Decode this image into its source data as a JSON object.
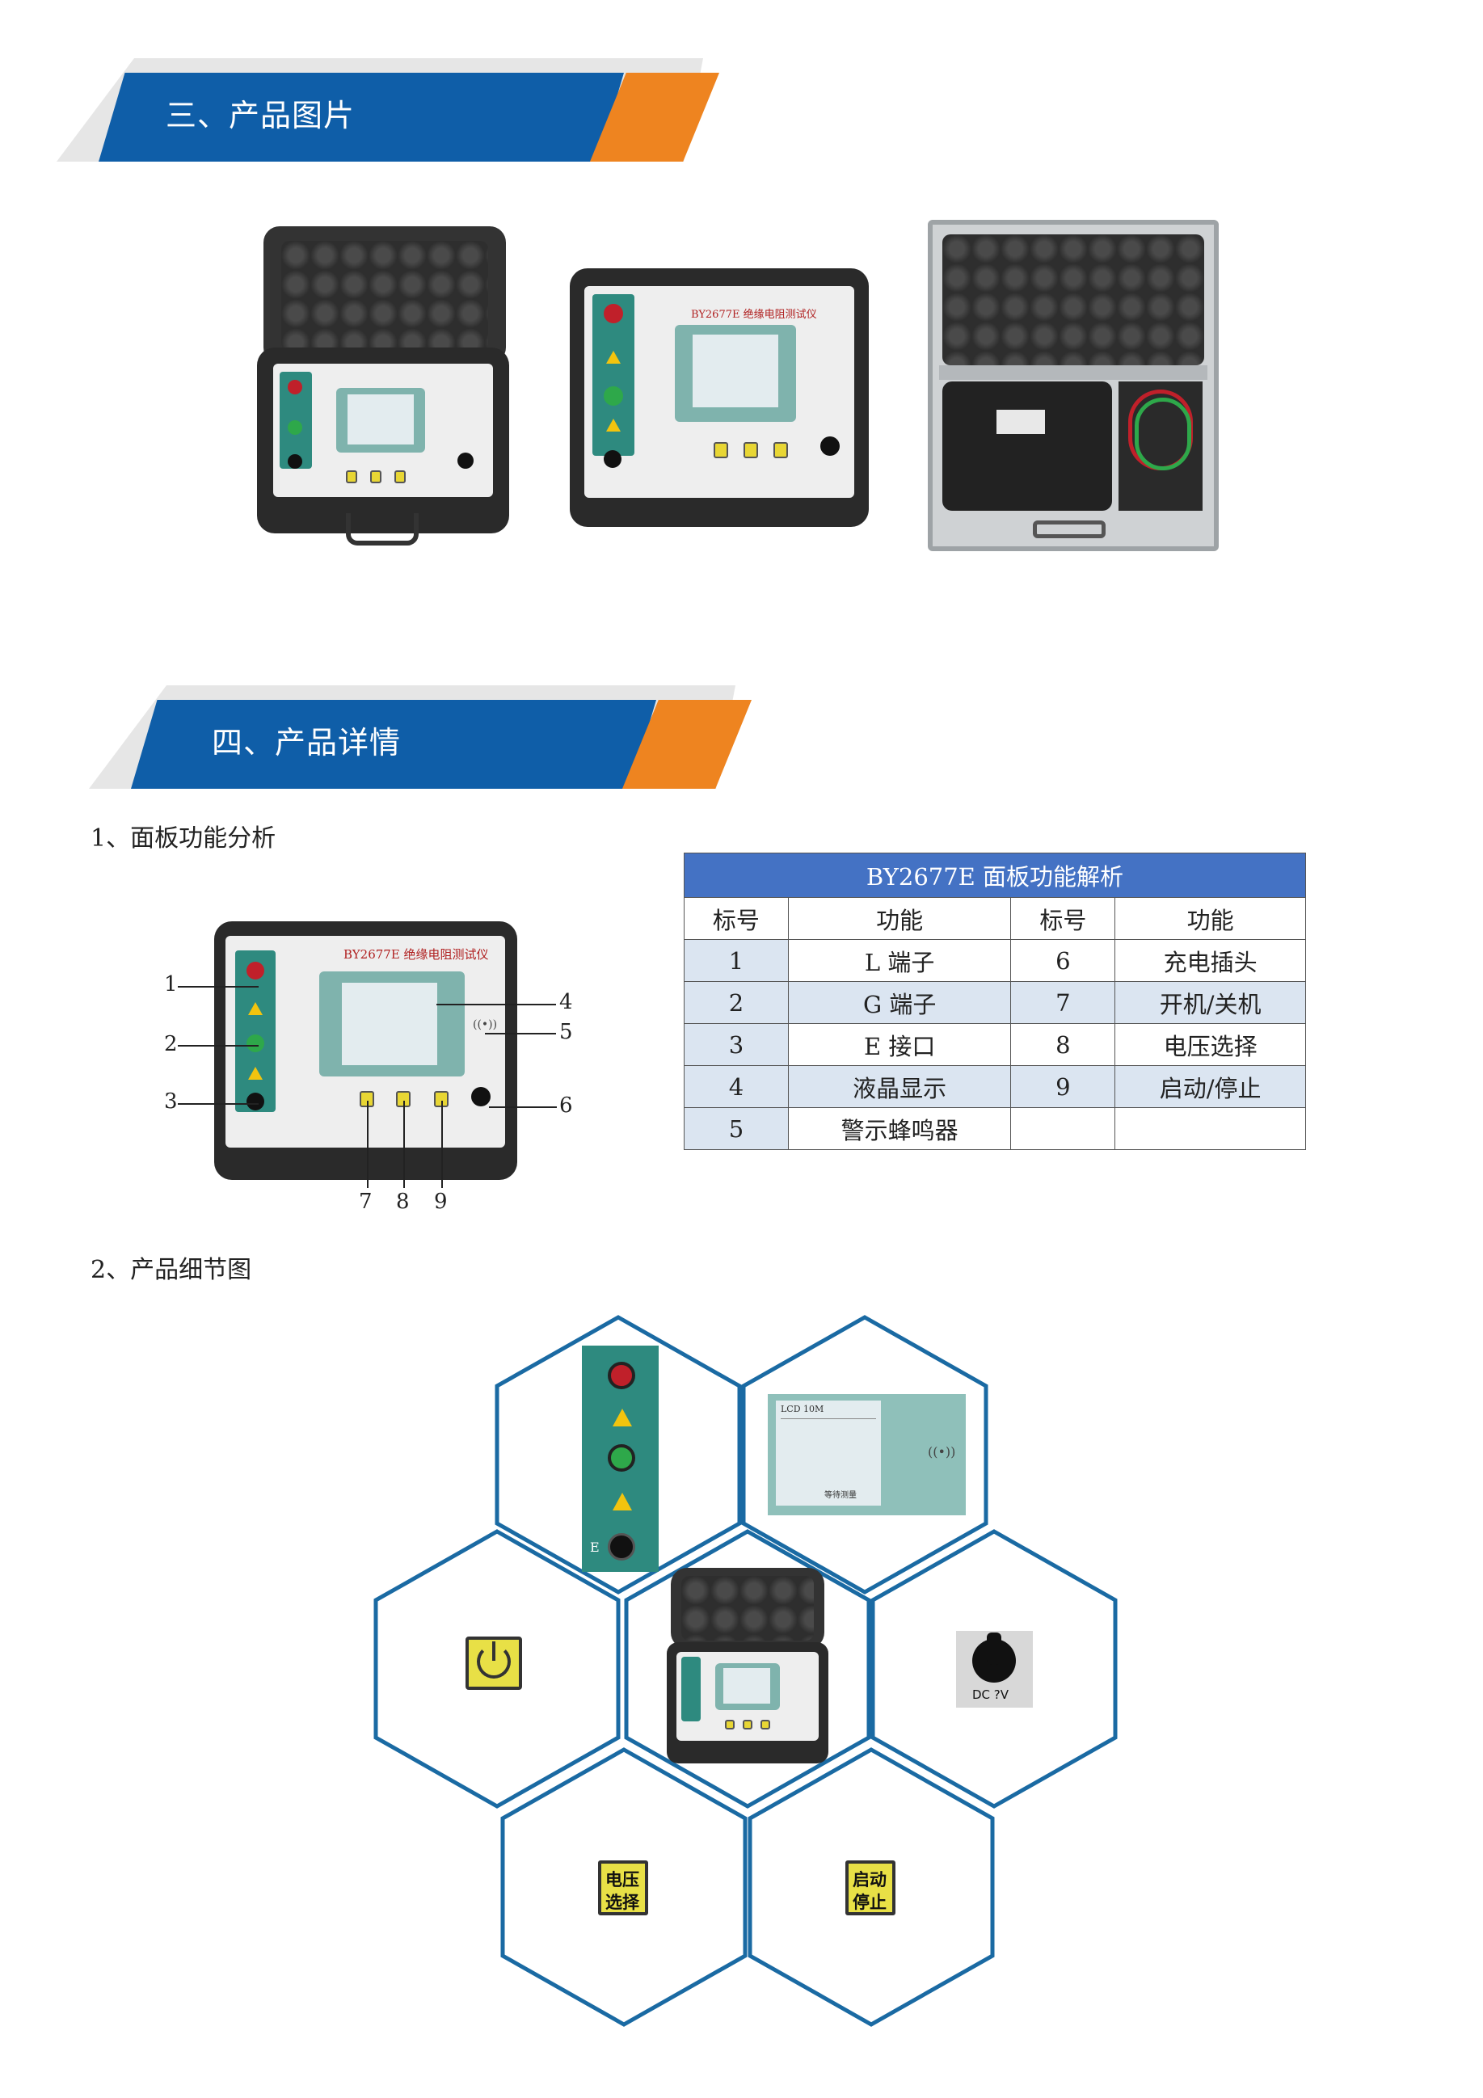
{
  "sections": {
    "s3_title": "三、产品图片",
    "s4_title": "四、产品详情"
  },
  "subheadings": {
    "panel": "1、面板功能分析",
    "detail": "2、产品细节图"
  },
  "device": {
    "model_label": "BY2677E 绝缘电阻测试仪",
    "lcd_line1": "LCD 10M",
    "lcd_line2": "等待测量",
    "terminal_e": "E",
    "dc_label": "DC ?V",
    "btn_voltage": "电压选择",
    "btn_start": "启动停止",
    "btn_voltage_l1": "电压",
    "btn_voltage_l2": "选择",
    "btn_start_l1": "启动",
    "btn_start_l2": "停止"
  },
  "callouts": [
    "1",
    "2",
    "3",
    "4",
    "5",
    "6",
    "7",
    "8",
    "9"
  ],
  "table": {
    "caption": "BY2677E 面板功能解析",
    "headers": [
      "标号",
      "功能",
      "标号",
      "功能"
    ],
    "rows": [
      [
        "1",
        "L 端子",
        "6",
        "充电插头"
      ],
      [
        "2",
        "G 端子",
        "7",
        "开机/关机"
      ],
      [
        "3",
        "E 接口",
        "8",
        "电压选择"
      ],
      [
        "4",
        "液晶显示",
        "9",
        "启动/停止"
      ],
      [
        "5",
        "警示蜂鸣器",
        "",
        ""
      ]
    ]
  },
  "colors": {
    "banner_blue": "#0f5ea8",
    "banner_orange": "#ee8420",
    "table_header": "#4472c4",
    "table_cell": "#dbe5f1",
    "hex_stroke": "#1a6aa3"
  }
}
